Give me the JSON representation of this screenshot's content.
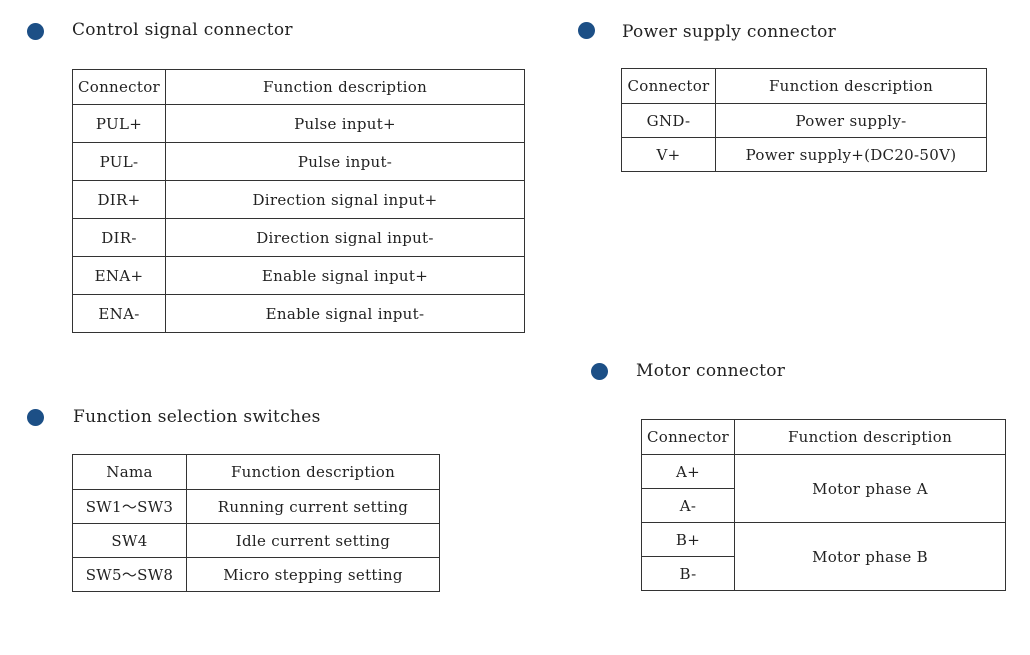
{
  "control": {
    "heading": "Control signal connector",
    "headers": [
      "Connector",
      "Function description"
    ],
    "rows": [
      [
        "PUL+",
        "Pulse input+"
      ],
      [
        "PUL-",
        "Pulse input-"
      ],
      [
        "DIR+",
        "Direction signal input+"
      ],
      [
        "DIR-",
        "Direction signal input-"
      ],
      [
        "ENA+",
        "Enable signal input+"
      ],
      [
        "ENA-",
        "Enable signal input-"
      ]
    ]
  },
  "power": {
    "heading": "Power supply connector",
    "headers": [
      "Connector",
      "Function description"
    ],
    "rows": [
      [
        "GND-",
        "Power supply-"
      ],
      [
        "V+",
        "Power supply+(DC20-50V)"
      ]
    ]
  },
  "switches": {
    "heading": "Function selection switches",
    "headers": [
      "Nama",
      "Function description"
    ],
    "rows": [
      [
        "SW1～SW3",
        "Running current setting"
      ],
      [
        "SW4",
        "Idle current setting"
      ],
      [
        "SW5～SW8",
        "Micro stepping setting"
      ]
    ]
  },
  "motor": {
    "heading": "Motor connector",
    "headers": [
      "Connector",
      "Function description"
    ],
    "pins": [
      "A+",
      "A-",
      "B+",
      "B-"
    ],
    "phases": [
      "Motor phase A",
      "Motor phase B"
    ]
  },
  "colors": {
    "bullet": "#1c4f86",
    "border": "#333333"
  }
}
